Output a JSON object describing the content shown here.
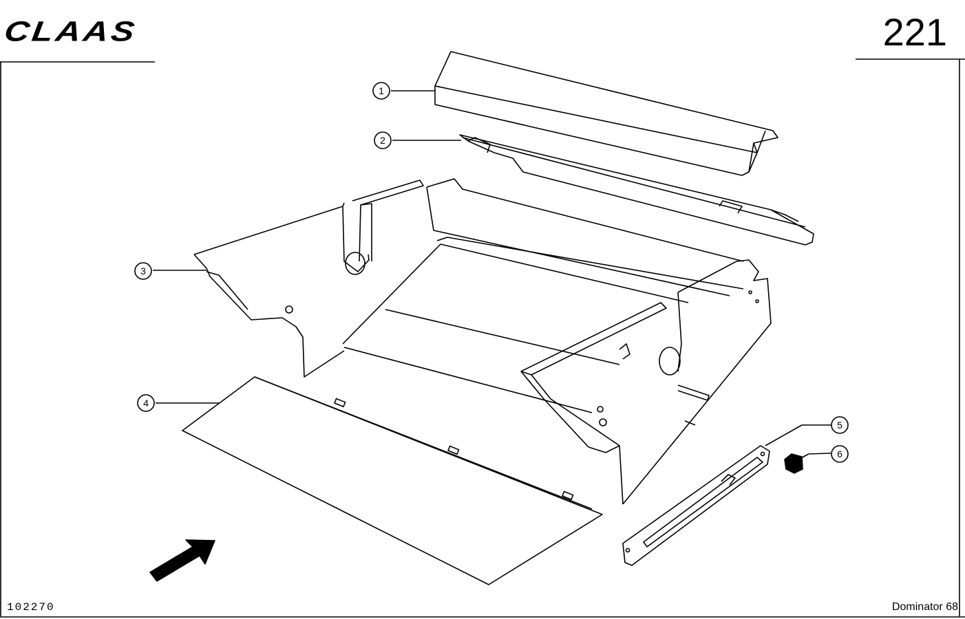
{
  "header": {
    "brand": "CLAAS",
    "page_number": "221"
  },
  "footer": {
    "doc_number": "102270",
    "model": "Dominator 68"
  },
  "callouts": [
    {
      "number": "1"
    },
    {
      "number": "2"
    },
    {
      "number": "3"
    },
    {
      "number": "4"
    },
    {
      "number": "5"
    },
    {
      "number": "6"
    }
  ]
}
